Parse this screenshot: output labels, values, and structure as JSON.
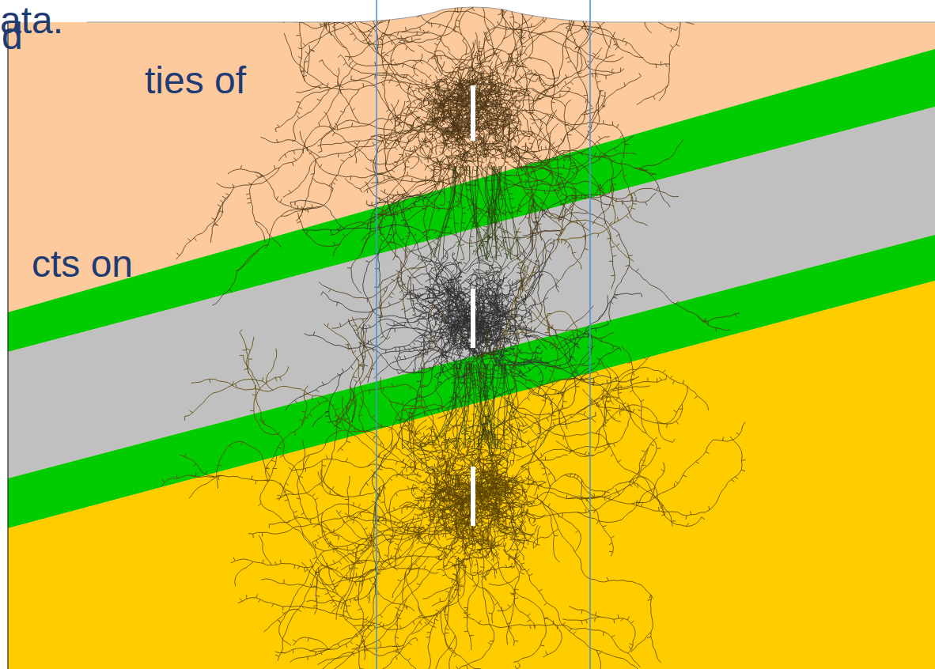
{
  "diagram": {
    "labels": [
      "ata.",
      "d",
      "ties of",
      "cts on"
    ]
  }
}
